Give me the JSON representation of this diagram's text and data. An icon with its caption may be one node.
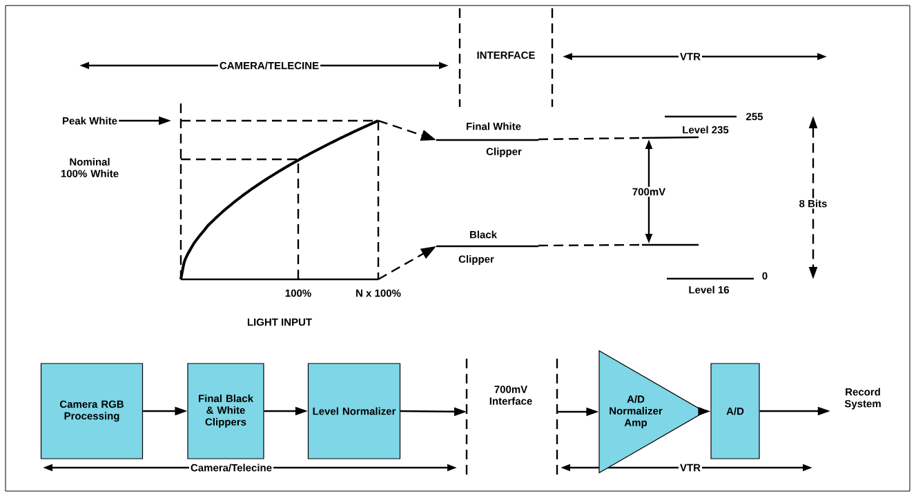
{
  "diagram": {
    "nodes": [
      {
        "text": [
          "Camera RGB Processing"
        ]
      },
      {
        "text": [
          "Final Black & White Clippers"
        ]
      },
      {
        "text": [
          "Level Normalizer"
        ]
      },
      {
        "text": [
          "A/D Normalizer Amp"
        ]
      },
      {
        "text": [
          "A/D"
        ]
      },
      {
        "text": [
          "Record System"
        ]
      },
      {
        "text": [
          "Peak White"
        ]
      }
    ],
    "edges": [
      {
        "from": 0,
        "to": 1,
        "arrow": "to"
      },
      {
        "from": 1,
        "to": 2,
        "arrow": "to"
      },
      {
        "from": 2,
        "to": null,
        "arrow": "to"
      },
      {
        "from": null,
        "to": 3,
        "arrow": "to"
      },
      {
        "from": 3,
        "to": 4,
        "arrow": "to"
      },
      {
        "from": 4,
        "to": 5,
        "arrow": "to"
      },
      {
        "from": 6,
        "to": null,
        "arrow": "to"
      }
    ],
    "labels": [
      "CAMERA/TELECINE",
      "INTERFACE",
      "VTR",
      "Final White",
      "255",
      "Level 235",
      "Nominal 100% White",
      "Clipper",
      "700mV",
      "8 Bits",
      "Black",
      "Clipper",
      "0",
      "Level 16",
      "100%",
      "N x 100%",
      "LIGHT INPUT",
      "700mV Interface",
      "Camera/Telecine",
      "VTR"
    ]
  }
}
